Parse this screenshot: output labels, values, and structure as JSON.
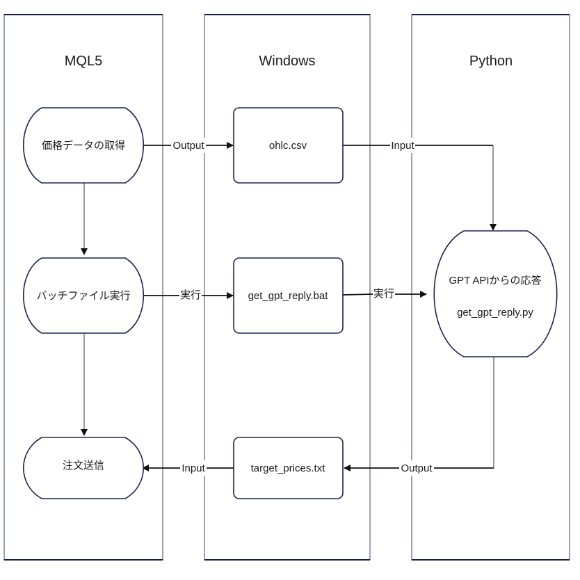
{
  "lanes": [
    {
      "title": "MQL5"
    },
    {
      "title": "Windows"
    },
    {
      "title": "Python"
    }
  ],
  "nodes": {
    "get_price": {
      "label": "価格データの取得"
    },
    "run_batch": {
      "label": "バッチファイル実行"
    },
    "send_order": {
      "label": "注文送信"
    },
    "ohlc_csv": {
      "label": "ohlc.csv"
    },
    "bat_file": {
      "label": "get_gpt_reply.bat"
    },
    "target_prices": {
      "label": "target_prices.txt"
    },
    "gpt_reply": {
      "line1": "GPT APIからの応答",
      "line2": "get_gpt_reply.py"
    }
  },
  "edges": {
    "get_price_to_csv": {
      "label": "Output"
    },
    "csv_to_gpt": {
      "label": "Input"
    },
    "batch_to_bat": {
      "label": "実行"
    },
    "bat_to_gpt": {
      "label": "実行"
    },
    "gpt_to_target": {
      "label": "Output"
    },
    "target_to_order": {
      "label": "Input"
    }
  }
}
